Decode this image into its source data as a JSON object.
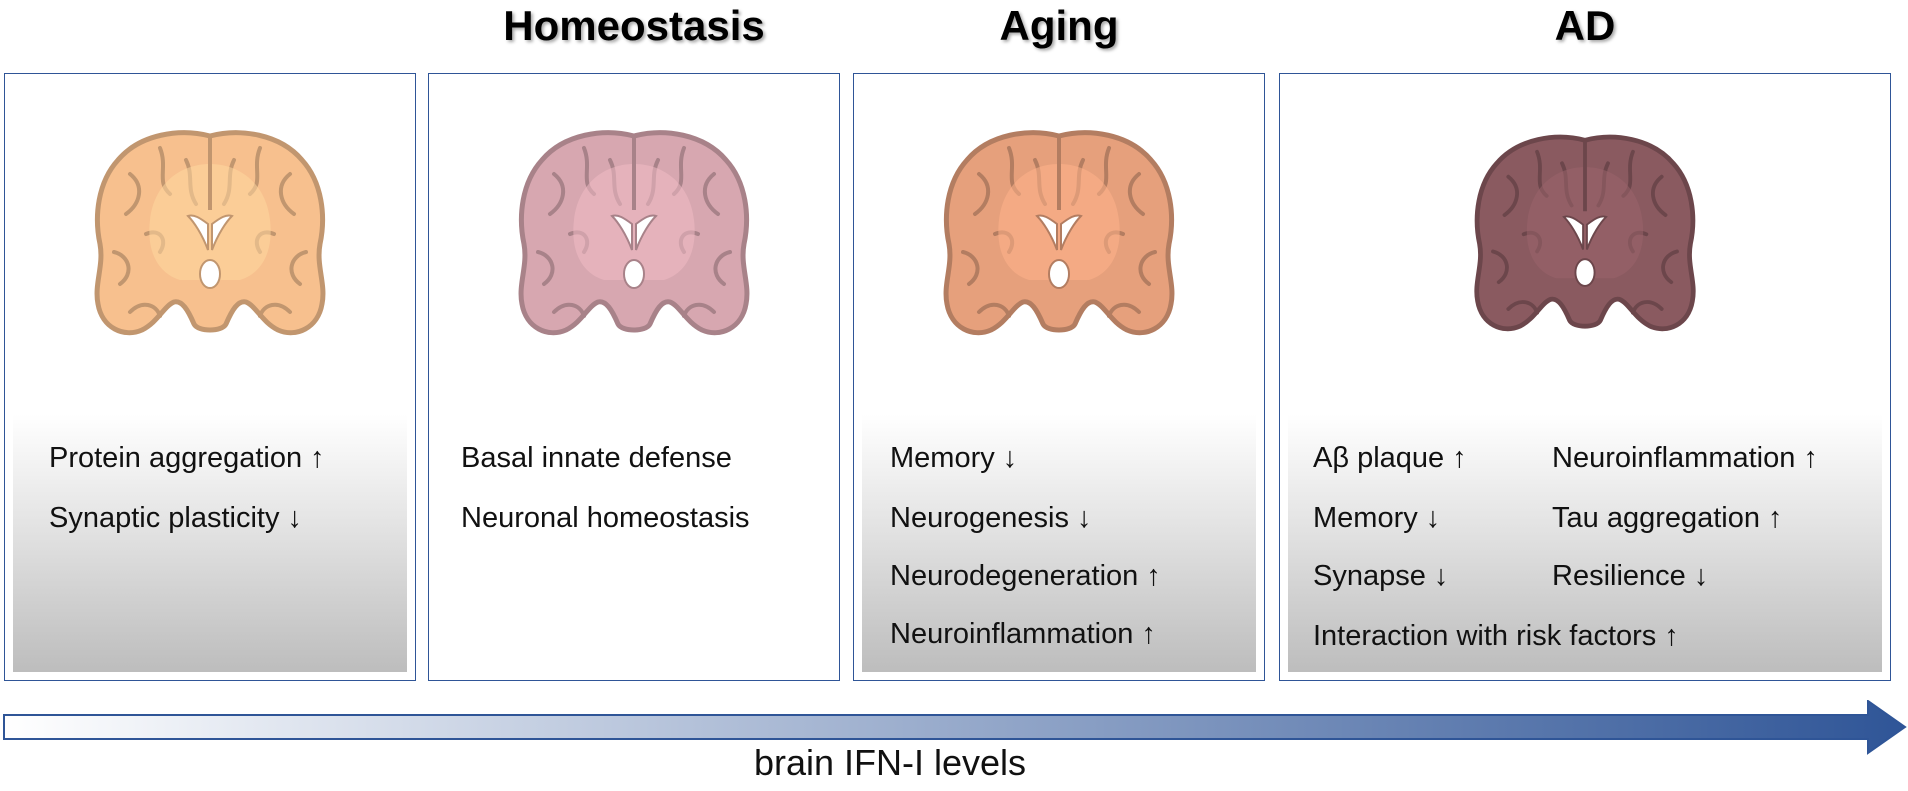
{
  "headings": {
    "homeostasis": "Homeostasis",
    "aging": "Aging",
    "ad": "AD"
  },
  "colors": {
    "panel_border": "#2f5597",
    "brain_young": "#f7c08e",
    "brain_homeostasis": "#d7a7b0",
    "brain_aging": "#e6a07c",
    "brain_ad": "#8a5a60",
    "arrow_start": "#ffffff",
    "arrow_end": "#2f5597"
  },
  "panels": {
    "young": {
      "brain_icon": "brain-coronal-icon",
      "lines": [
        "Protein aggregation ↑",
        "Synaptic plasticity ↓"
      ]
    },
    "homeostasis": {
      "brain_icon": "brain-coronal-icon",
      "lines": [
        "Basal innate defense",
        "Neuronal  homeostasis"
      ]
    },
    "aging": {
      "brain_icon": "brain-coronal-icon",
      "lines": [
        "Memory ↓",
        "Neurogenesis ↓",
        "Neurodegeneration ↑",
        "Neuroinflammation ↑"
      ]
    },
    "ad": {
      "brain_icon": "brain-coronal-icon",
      "left_lines": [
        "Aβ plaque ↑",
        "Memory ↓",
        "Synapse ↓"
      ],
      "right_lines": [
        "Neuroinflammation ↑",
        "Tau aggregation ↑",
        "Resilience ↓"
      ],
      "bottom_line": "Interaction with risk factors ↑"
    }
  },
  "axis": {
    "label": "brain IFN-I levels"
  }
}
